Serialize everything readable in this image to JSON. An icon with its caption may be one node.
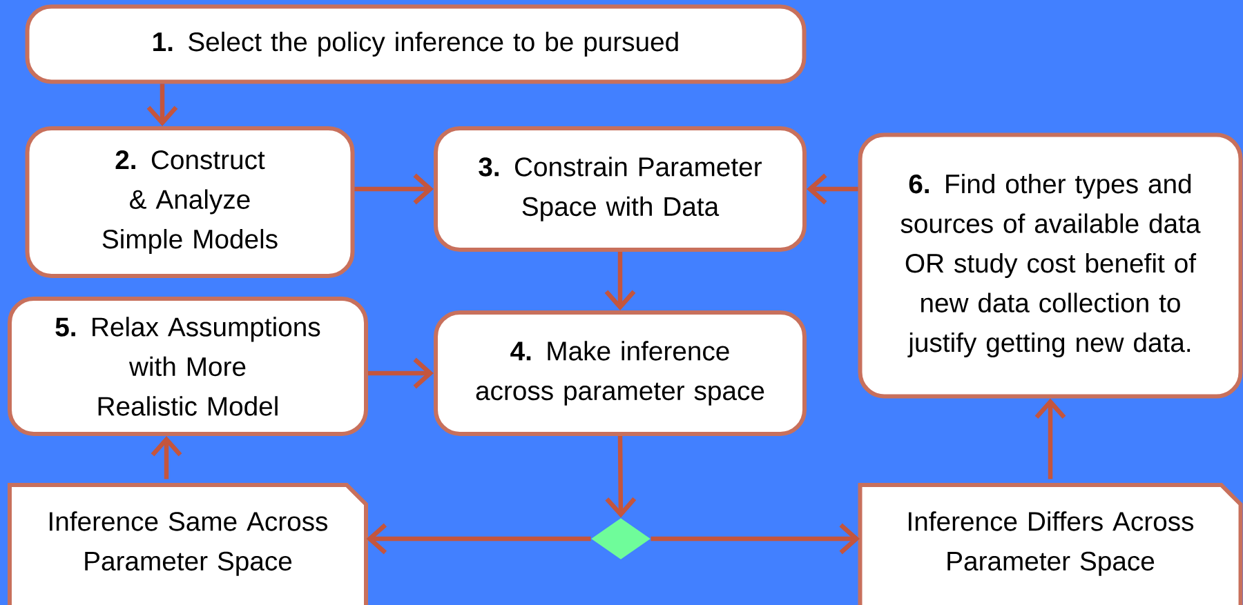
{
  "diagram": {
    "nodes": [
      {
        "text": [
          "**1.** Select the policy inference to be pursued"
        ]
      },
      {
        "text": [
          "**2.** Construct & Analyze Simple Models"
        ]
      },
      {
        "text": [
          "**3.** Constrain Parameter Space with Data"
        ]
      },
      {
        "text": [
          "**6.** Find other types and sources of available data OR study cost benefit of new data collection to justify getting new data."
        ]
      },
      {
        "text": [
          "**5.** Relax Assumptions with More Realistic Model"
        ]
      },
      {
        "text": [
          "**4.** Make inference across parameter space"
        ]
      },
      {
        "text": [],
        "shape": "diamond"
      },
      {
        "text": [
          "Inference Same Across Parameter Space"
        ]
      },
      {
        "text": [
          "Inference Differs Across Parameter Space"
        ]
      }
    ],
    "edges": [
      {
        "from": 0,
        "to": 1,
        "arrow": "to"
      },
      {
        "from": 1,
        "to": 2,
        "arrow": "to"
      },
      {
        "from": 3,
        "to": 2,
        "arrow": "to"
      },
      {
        "from": 2,
        "to": 5,
        "arrow": "to"
      },
      {
        "from": 4,
        "to": 5,
        "arrow": "to"
      },
      {
        "from": 5,
        "to": 6,
        "arrow": "to"
      },
      {
        "from": 6,
        "to": 7,
        "arrow": "to"
      },
      {
        "from": 6,
        "to": 8,
        "arrow": "to"
      },
      {
        "from": 7,
        "to": 4,
        "arrow": "to"
      },
      {
        "from": 8,
        "to": 3,
        "arrow": "to"
      }
    ]
  }
}
